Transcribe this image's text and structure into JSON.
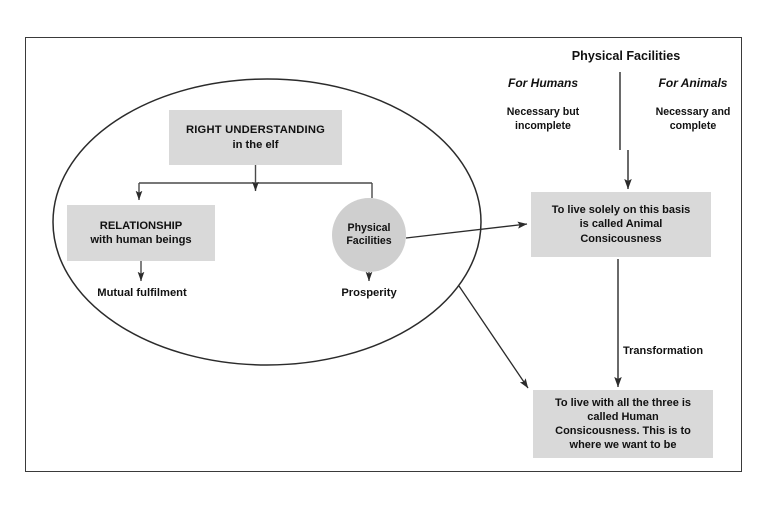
{
  "diagram": {
    "title_hidden": "",
    "ellipse_group": {
      "root_box": {
        "line1": "RIGHT UNDERSTANDING",
        "line2": "in the elf"
      },
      "left_child_box": {
        "line1": "RELATIONSHIP",
        "line2": "with human beings"
      },
      "right_child_circle": {
        "line1": "Physical",
        "line2": "Facilities"
      },
      "left_outcome": "Mutual fulfilment",
      "right_outcome": "Prosperity"
    },
    "right_panel": {
      "title": "Physical Facilities",
      "columns": [
        {
          "heading": "For Humans",
          "body_line1": "Necessary but",
          "body_line2": "incomplete"
        },
        {
          "heading": "For Animals",
          "body_line1": "Necessary and",
          "body_line2": "complete"
        }
      ]
    },
    "animal_box": {
      "line1": "To live solely on this basis",
      "line2": "is called Animal",
      "line3": "Consicousness"
    },
    "human_box": {
      "line1": "To live with all the three is",
      "line2": "called Human",
      "line3": "Consicousness. This is to",
      "line4": "where we want to be"
    },
    "transformation_label": "Transformation"
  },
  "colors": {
    "box_fill": "#d9d9d9",
    "circle_fill": "#cfcfcf",
    "stroke": "#2b2b2b",
    "frame": "#3a3a3a",
    "text": "#111111",
    "background": "#ffffff"
  }
}
